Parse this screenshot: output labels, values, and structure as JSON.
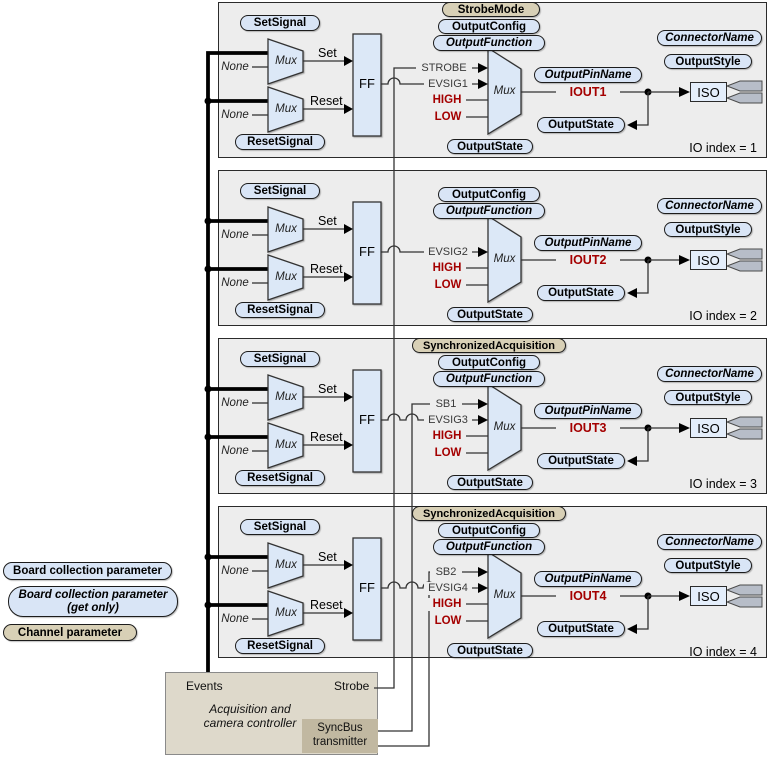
{
  "colors": {
    "board_param_fill": "#d9e5f6",
    "channel_param_fill": "#d8d0b6",
    "block_bg": "#ededed",
    "shape_fill": "#dce8f7",
    "signal_red": "#a40000",
    "controller_fill": "#ded9cb",
    "syncbus_fill": "#c1b8a1",
    "connector_gray": "#b7bdc8"
  },
  "shared": {
    "set_signal": "SetSignal",
    "reset_signal": "ResetSignal",
    "mux": "Mux",
    "none": "None",
    "set": "Set",
    "reset": "Reset",
    "ff": "FF",
    "output_config": "OutputConfig",
    "output_function": "OutputFunction",
    "output_pin_name": "OutputPinName",
    "output_state": "OutputState",
    "connector_name": "ConnectorName",
    "output_style": "OutputStyle",
    "high": "HIGH",
    "low": "LOW",
    "iso": "ISO"
  },
  "blocks": [
    {
      "index_label": "IO index = 1",
      "top_param": "StrobeMode",
      "input0": "STROBE",
      "event_signal": "EVSIG1",
      "output_pin": "IOUT1"
    },
    {
      "index_label": "IO index = 2",
      "event_signal": "EVSIG2",
      "output_pin": "IOUT2"
    },
    {
      "index_label": "IO index = 3",
      "top_param": "SynchronizedAcquisition",
      "input0": "SB1",
      "event_signal": "EVSIG3",
      "output_pin": "IOUT3"
    },
    {
      "index_label": "IO index = 4",
      "top_param": "SynchronizedAcquisition",
      "input0": "SB2",
      "event_signal": "EVSIG4",
      "output_pin": "IOUT4"
    }
  ],
  "legend": {
    "board_collection": "Board collection parameter",
    "board_collection_get_line1": "Board collection parameter",
    "board_collection_get_line2": "(get only)",
    "channel": "Channel parameter"
  },
  "controller": {
    "events_label": "Events",
    "strobe_label": "Strobe",
    "title_line1": "Acquisition and",
    "title_line2": "camera controller",
    "syncbus_line1": "SyncBus",
    "syncbus_line2": "transmitter"
  }
}
